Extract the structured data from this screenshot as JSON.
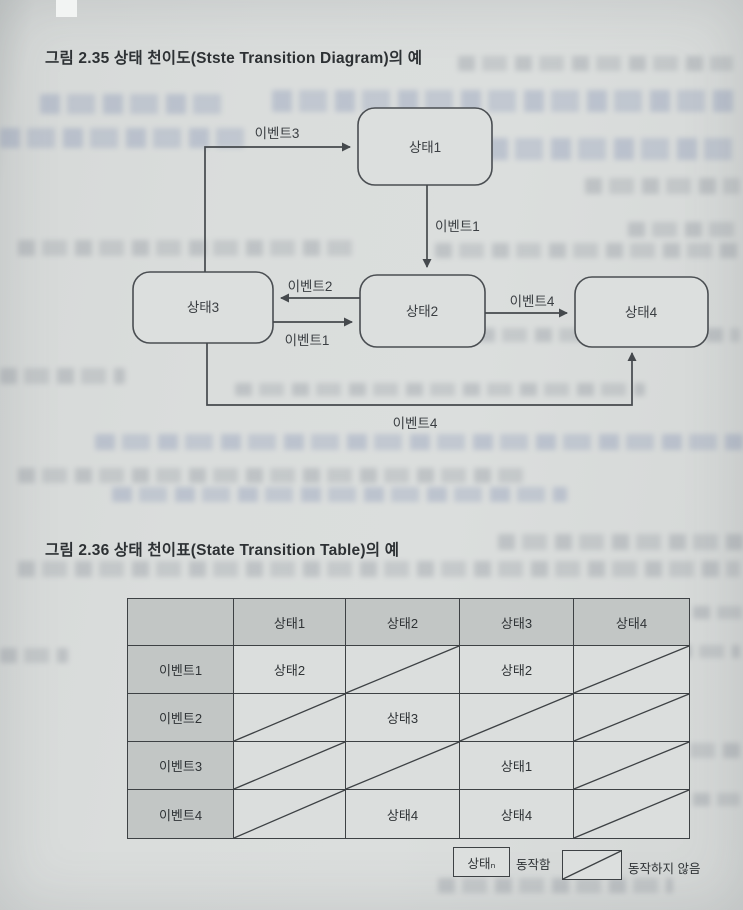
{
  "page": {
    "figure1_title": "그림 2.35  상태 천이도(Stste Transition Diagram)의 예",
    "figure2_title": "그림 2.36  상태 천이표(State Transition Table)의 예"
  },
  "diagram": {
    "states": [
      {
        "id": "state1",
        "label": "상태1"
      },
      {
        "id": "state2",
        "label": "상태2"
      },
      {
        "id": "state3",
        "label": "상태3"
      },
      {
        "id": "state4",
        "label": "상태4"
      }
    ],
    "transitions": [
      {
        "label": "이벤트3",
        "from": "상태3",
        "to": "상태1"
      },
      {
        "label": "이벤트1",
        "from": "상태1",
        "to": "상태2"
      },
      {
        "label": "이벤트2",
        "from": "상태2",
        "to": "상태3"
      },
      {
        "label": "이벤트1",
        "from": "상태3",
        "to": "상태2"
      },
      {
        "label": "이벤트4",
        "from": "상태2",
        "to": "상태4"
      },
      {
        "label": "이벤트4",
        "from": "상태3",
        "to": "상태4"
      }
    ]
  },
  "table": {
    "col_headers": [
      "",
      "상태1",
      "상태2",
      "상태3",
      "상태4"
    ],
    "rows": [
      {
        "header": "이벤트1",
        "cells": [
          {
            "text": "상태2",
            "diagonal": false
          },
          {
            "text": "",
            "diagonal": true
          },
          {
            "text": "상태2",
            "diagonal": false
          },
          {
            "text": "",
            "diagonal": true
          }
        ]
      },
      {
        "header": "이벤트2",
        "cells": [
          {
            "text": "",
            "diagonal": true
          },
          {
            "text": "상태3",
            "diagonal": false
          },
          {
            "text": "",
            "diagonal": true
          },
          {
            "text": "",
            "diagonal": true
          }
        ]
      },
      {
        "header": "이벤트3",
        "cells": [
          {
            "text": "",
            "diagonal": true
          },
          {
            "text": "",
            "diagonal": true
          },
          {
            "text": "상태1",
            "diagonal": false
          },
          {
            "text": "",
            "diagonal": true
          }
        ]
      },
      {
        "header": "이벤트4",
        "cells": [
          {
            "text": "",
            "diagonal": true
          },
          {
            "text": "상태4",
            "diagonal": false
          },
          {
            "text": "상태4",
            "diagonal": false
          },
          {
            "text": "",
            "diagonal": true
          }
        ]
      }
    ]
  },
  "legend": {
    "state_box_label": "상태ₙ",
    "action_label": "동작함",
    "no_action_label": "동작하지 않음"
  },
  "colors": {
    "page_bg": "#dadddc",
    "table_header_bg": "#c2c6c5",
    "line": "#3d4144",
    "bleedthrough_blue": "#566a9e"
  }
}
